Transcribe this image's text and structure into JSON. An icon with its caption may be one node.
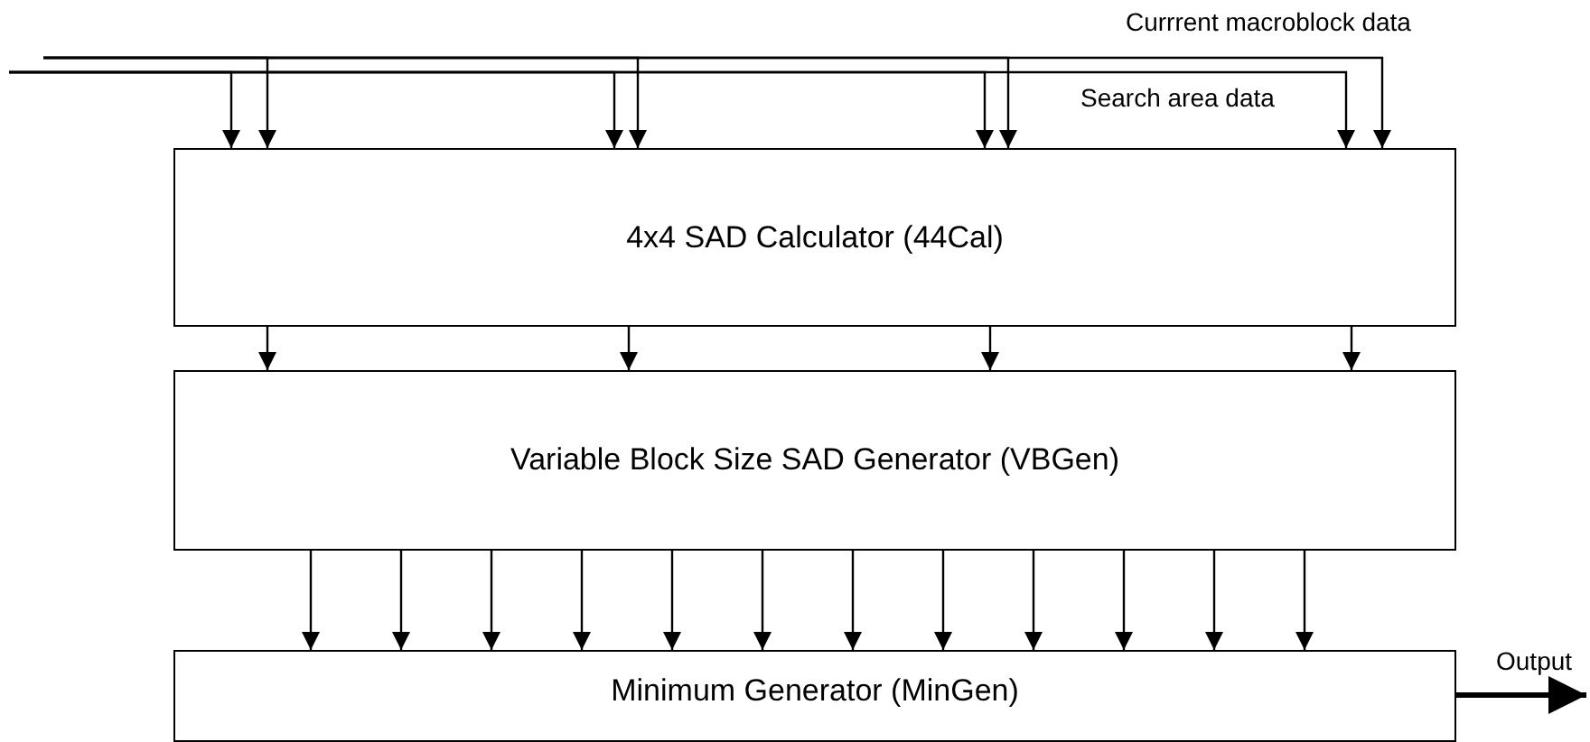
{
  "diagram": {
    "nodes": [
      {
        "text": [
          "4x4 SAD Calculator (44Cal)"
        ]
      },
      {
        "text": [
          "Variable Block Size SAD Generator (VBGen)"
        ]
      },
      {
        "text": [
          "Minimum Generator (MinGen)"
        ]
      }
    ],
    "edges": [
      {
        "from": null,
        "to": 0,
        "arrow": "to"
      },
      {
        "from": null,
        "to": 0,
        "arrow": "to"
      },
      {
        "from": null,
        "to": 0,
        "arrow": "to"
      },
      {
        "from": null,
        "to": 0,
        "arrow": "to"
      },
      {
        "from": null,
        "to": 0,
        "arrow": "to"
      },
      {
        "from": null,
        "to": 0,
        "arrow": "to"
      },
      {
        "from": null,
        "to": 0,
        "arrow": "to"
      },
      {
        "from": null,
        "to": 0,
        "arrow": "to"
      },
      {
        "from": 0,
        "to": 1,
        "arrow": "to"
      },
      {
        "from": 0,
        "to": 1,
        "arrow": "to"
      },
      {
        "from": 0,
        "to": 1,
        "arrow": "to"
      },
      {
        "from": 0,
        "to": 1,
        "arrow": "to"
      },
      {
        "from": 1,
        "to": 2,
        "arrow": "to"
      },
      {
        "from": 1,
        "to": 2,
        "arrow": "to"
      },
      {
        "from": 1,
        "to": 2,
        "arrow": "to"
      },
      {
        "from": 1,
        "to": 2,
        "arrow": "to"
      },
      {
        "from": 1,
        "to": 2,
        "arrow": "to"
      },
      {
        "from": 1,
        "to": 2,
        "arrow": "to"
      },
      {
        "from": 1,
        "to": 2,
        "arrow": "to"
      },
      {
        "from": 1,
        "to": 2,
        "arrow": "to"
      },
      {
        "from": 1,
        "to": 2,
        "arrow": "to"
      },
      {
        "from": 1,
        "to": 2,
        "arrow": "to"
      },
      {
        "from": 1,
        "to": 2,
        "arrow": "to"
      },
      {
        "from": 1,
        "to": 2,
        "arrow": "to"
      },
      {
        "from": 2,
        "to": null,
        "arrow": "to",
        "label": "Output",
        "style": "thick"
      }
    ],
    "labels": [
      "Currrent macroblock data",
      "Search area data"
    ]
  }
}
